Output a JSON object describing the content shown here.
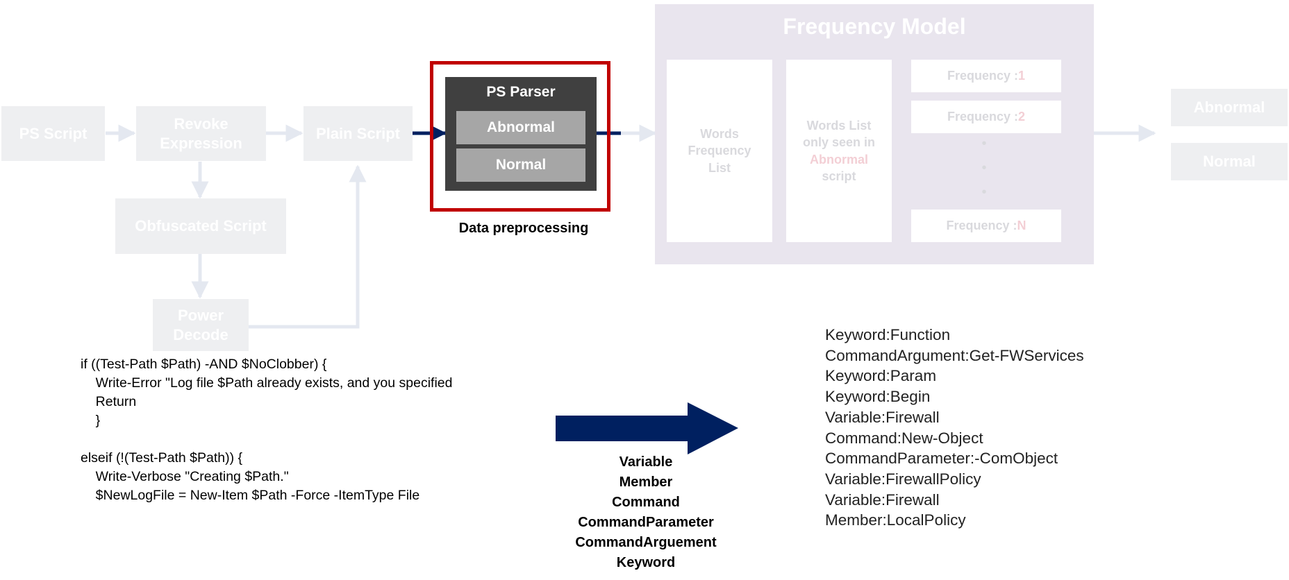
{
  "pipeline": {
    "ps_script": "PS Script",
    "revoke_expression": "Revoke Expression",
    "plain_script": "Plain Script",
    "obfuscated_script": "Obfuscated Script",
    "power_decode": "Power Decode"
  },
  "parser": {
    "title": "PS Parser",
    "abnormal": "Abnormal",
    "normal": "Normal",
    "caption": "Data preprocessing"
  },
  "frequency_model": {
    "title": "Frequency Model",
    "words_frequency_list": "Words Frequency List",
    "words_list_prefix": "Words List only seen in",
    "words_list_highlight": "Abnormal",
    "words_list_suffix": "script",
    "frequency_label": "Frequency : ",
    "freq_1": "1",
    "freq_2": "2",
    "freq_n": "N",
    "dots": [
      "•",
      "•",
      "•"
    ]
  },
  "output": {
    "abnormal": "Abnormal",
    "normal": "Normal"
  },
  "code_lines": [
    "if ((Test-Path $Path) -AND $NoClobber) {",
    "    Write-Error \"Log file $Path already exists, and you specified",
    "    Return",
    "    }",
    "",
    "elseif (!(Test-Path $Path)) {",
    "    Write-Verbose \"Creating $Path.\"",
    "    $NewLogFile = New-Item $Path -Force -ItemType File"
  ],
  "token_types": [
    "Variable",
    "Member",
    "Command",
    "CommandParameter",
    "CommandArguement",
    "Keyword"
  ],
  "tokens": [
    "Keyword:Function",
    "CommandArgument:Get-FWServices",
    "Keyword:Param",
    "Keyword:Begin",
    "Variable:Firewall",
    "Command:New-Object",
    "CommandParameter:-ComObject",
    "Variable:FirewallPolicy",
    "Variable:Firewall",
    "Member:LocalPolicy"
  ],
  "colors": {
    "red_frame": "#c00000",
    "parser_bg": "#404040",
    "parser_button": "#a6a6a6",
    "big_arrow": "#002060",
    "faded_box": "#eeeff1",
    "faded_arrow": "#e4e8f0",
    "model_bg": "#e9e5ee",
    "pink_text": "#f3cfd5"
  }
}
